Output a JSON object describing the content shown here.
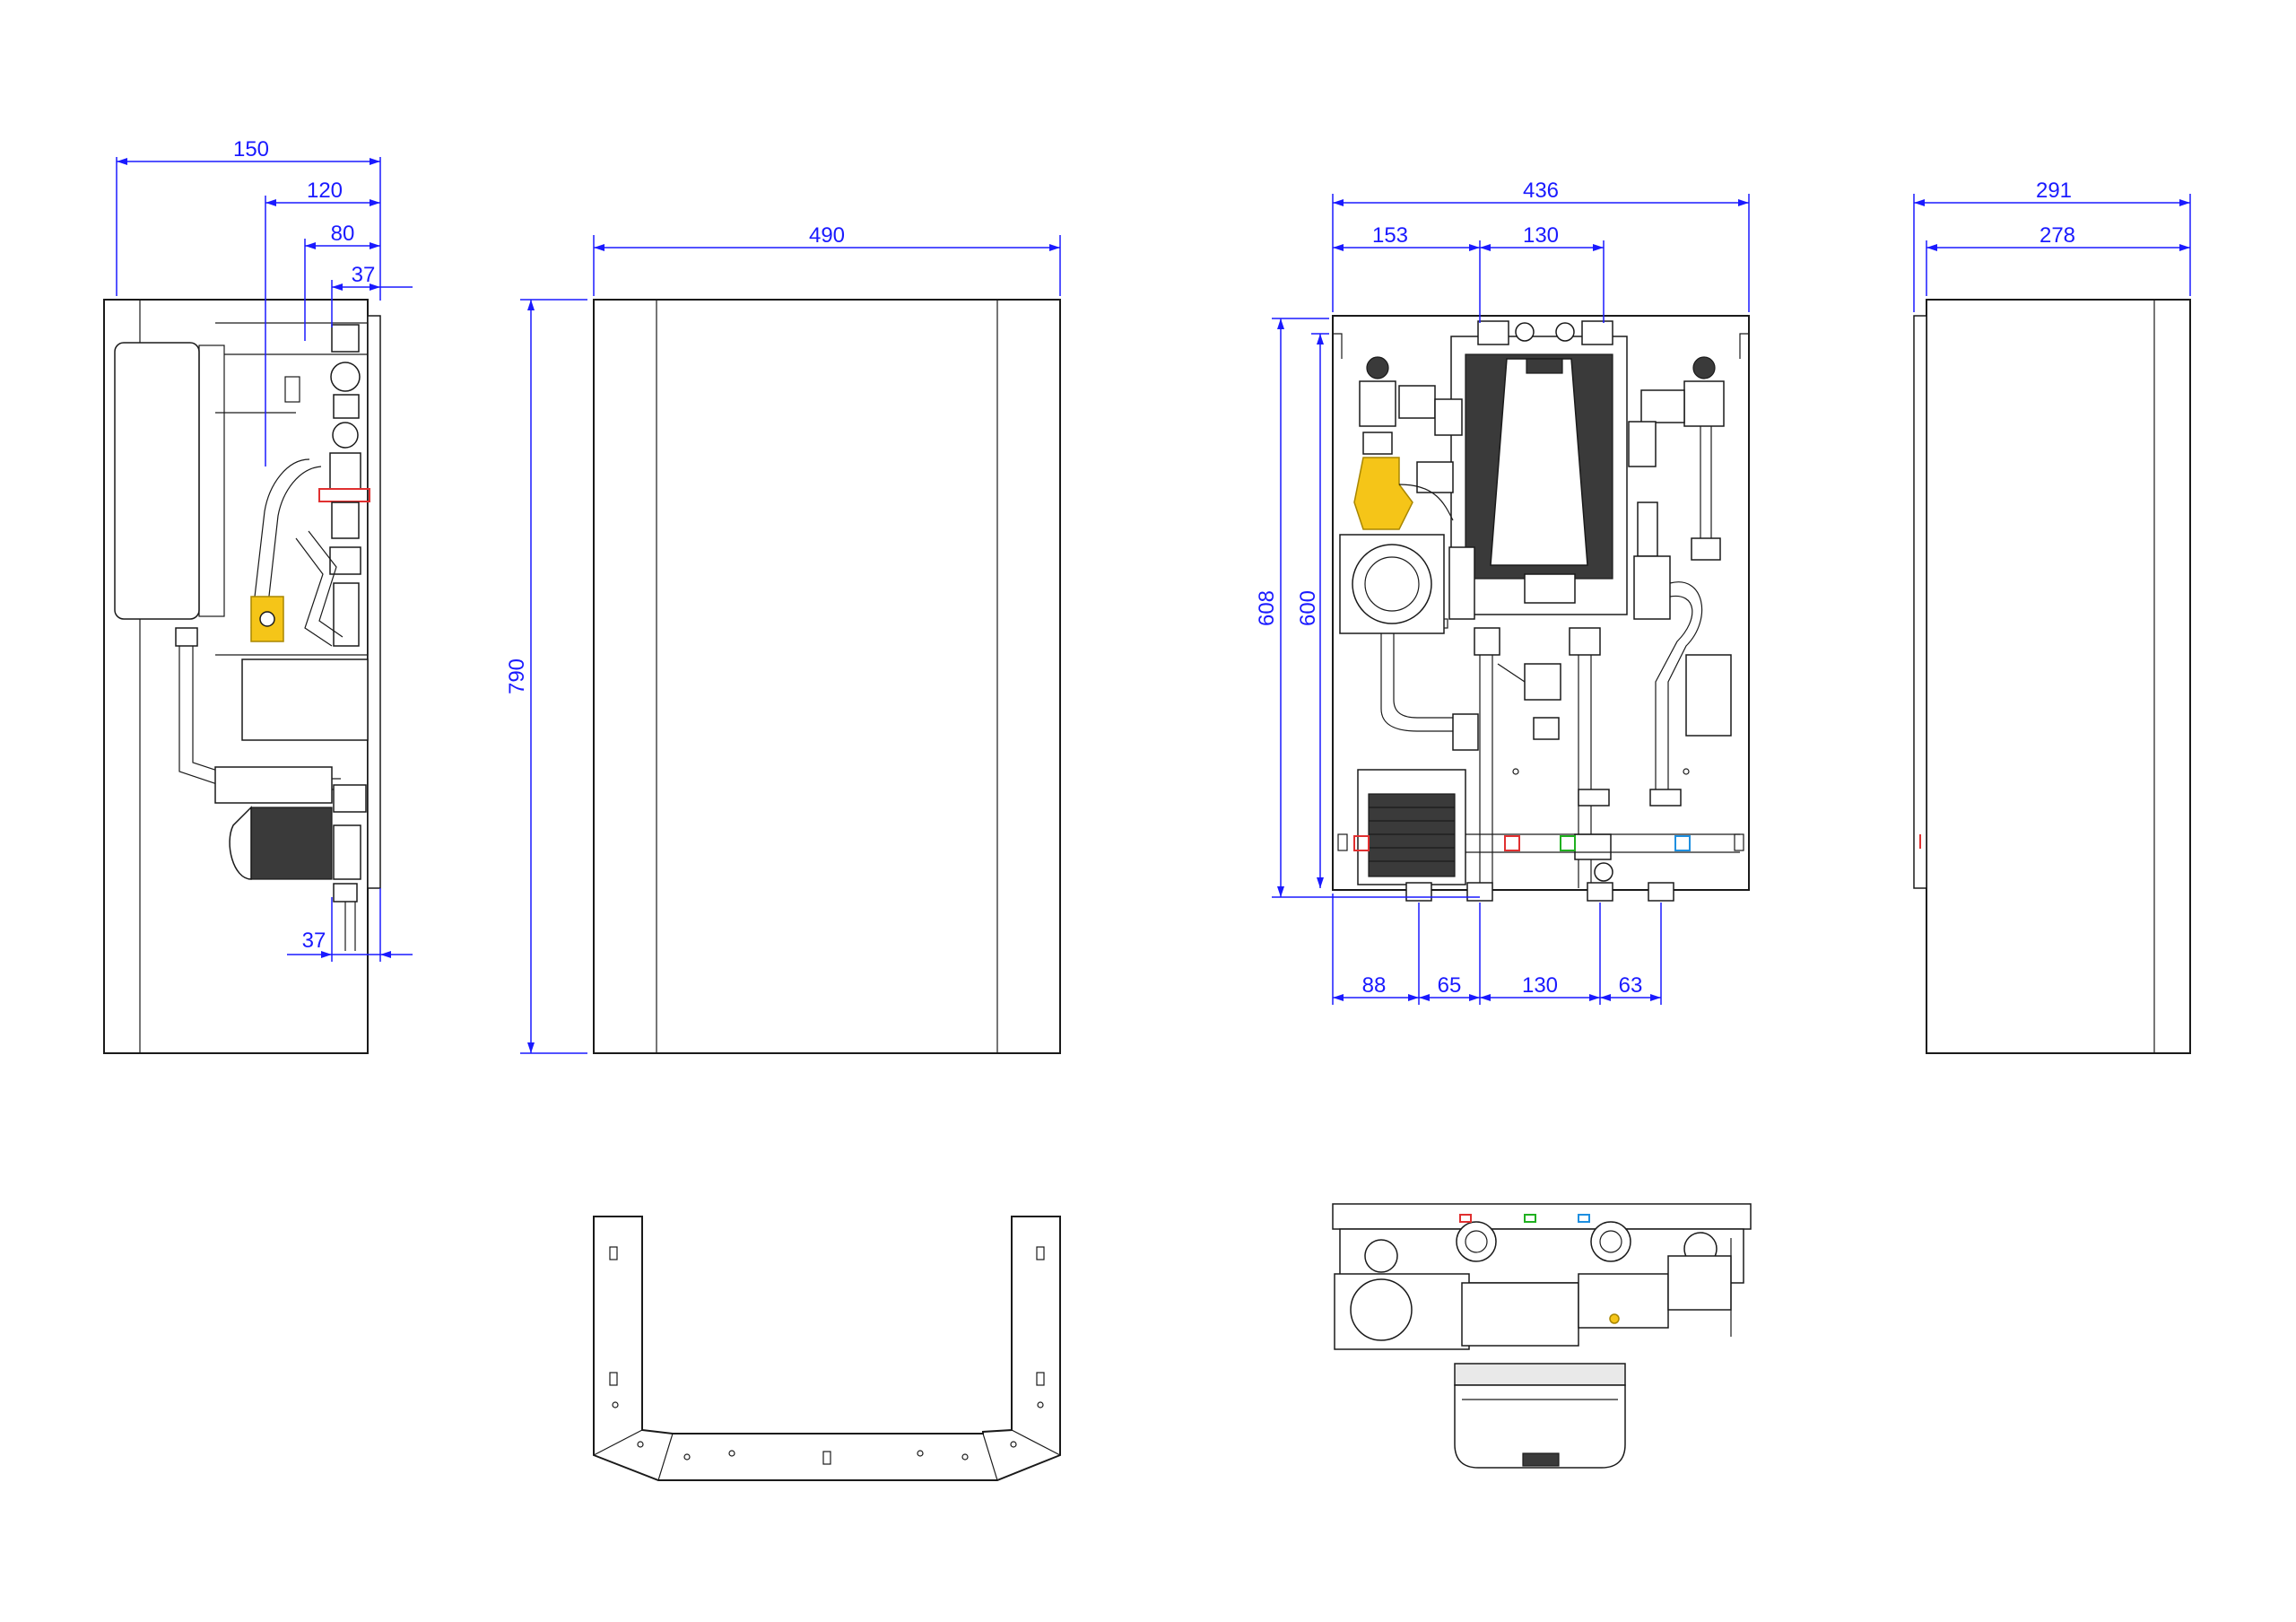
{
  "views": {
    "side_left": {
      "dims": {
        "d150": "150",
        "d120": "120",
        "d80": "80",
        "d37_top": "37",
        "d37_bottom": "37"
      }
    },
    "front_cover": {
      "dims": {
        "d490": "490",
        "d790": "790"
      }
    },
    "front_open": {
      "dims": {
        "d436": "436",
        "d153": "153",
        "d130_top": "130",
        "d608": "608",
        "d600": "600",
        "d88": "88",
        "d65": "65",
        "d130_bottom": "130",
        "d63": "63"
      }
    },
    "side_right": {
      "dims": {
        "d291": "291",
        "d278": "278"
      }
    }
  },
  "colors": {
    "dimension": "#1a1aff",
    "line": "#1a1a1a",
    "valve_yellow": "#f5c518",
    "marker_red": "#e03030",
    "marker_green": "#20b020",
    "marker_blue": "#1e8fe0"
  }
}
